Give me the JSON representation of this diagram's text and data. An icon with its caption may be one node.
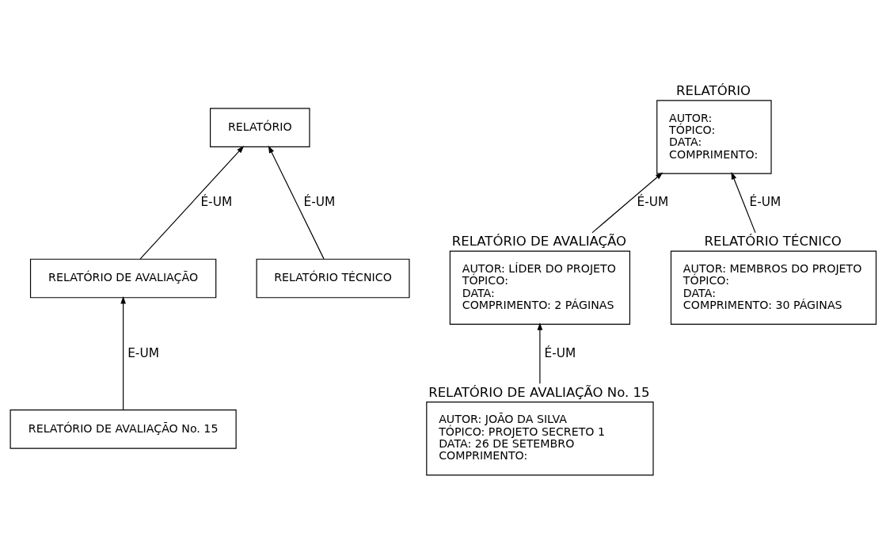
{
  "diagram": {
    "nodes": [
      {
        "text": [
          "RELATÓRIO"
        ]
      },
      {
        "text": [
          "RELATÓRIO DE AVALIAÇÃO"
        ]
      },
      {
        "text": [
          "RELATÓRIO TÉCNICO"
        ]
      },
      {
        "text": [
          "RELATÓRIO DE AVALIAÇÃO No. 15"
        ]
      },
      {
        "text": [
          "RELATÓRIO",
          "AUTOR:",
          "TÓPICO:",
          "DATA:",
          "COMPRIMENTO:"
        ]
      },
      {
        "text": [
          "RELATÓRIO DE AVALIAÇÃO",
          "AUTOR: LÍDER DO PROJETO",
          "TÓPICO:",
          "DATA:",
          "COMPRIMENTO: 2 PÁGINAS"
        ]
      },
      {
        "text": [
          "RELATÓRIO TÉCNICO",
          "AUTOR: MEMBROS DO PROJETO",
          "TÓPICO:",
          "DATA:",
          "COMPRIMENTO: 30 PÁGINAS"
        ]
      },
      {
        "text": [
          "RELATÓRIO DE AVALIAÇÃO No. 15",
          "AUTOR: JOÃO DA SILVA",
          "TÓPICO: PROJETO SECRETO 1",
          "DATA: 26 DE SETEMBRO",
          "COMPRIMENTO:"
        ]
      }
    ],
    "edges": [
      {
        "from": 1,
        "to": 0,
        "arrow": "to",
        "label": "É-UM"
      },
      {
        "from": 2,
        "to": 0,
        "arrow": "to",
        "label": "É-UM"
      },
      {
        "from": 3,
        "to": 1,
        "arrow": "to",
        "label": "E-UM"
      },
      {
        "from": 5,
        "to": 4,
        "arrow": "to",
        "label": "É-UM"
      },
      {
        "from": 6,
        "to": 4,
        "arrow": "to",
        "label": "É-UM"
      },
      {
        "from": 7,
        "to": 5,
        "arrow": "to",
        "label": "É-UM"
      }
    ]
  }
}
